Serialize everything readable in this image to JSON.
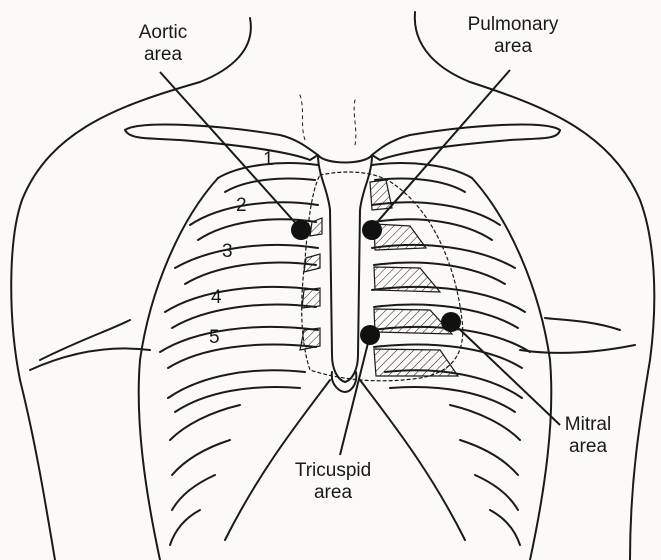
{
  "labels": {
    "aortic": [
      "Aortic",
      "area"
    ],
    "pulmonary": [
      "Pulmonary",
      "area"
    ],
    "mitral": [
      "Mitral",
      "area"
    ],
    "tricuspid": [
      "Tricuspid",
      "area"
    ]
  },
  "rib_numbers": [
    "1",
    "2",
    "3",
    "4",
    "5"
  ],
  "colors": {
    "ink": "#1a1a1a",
    "paper": "#fbfaf6"
  }
}
